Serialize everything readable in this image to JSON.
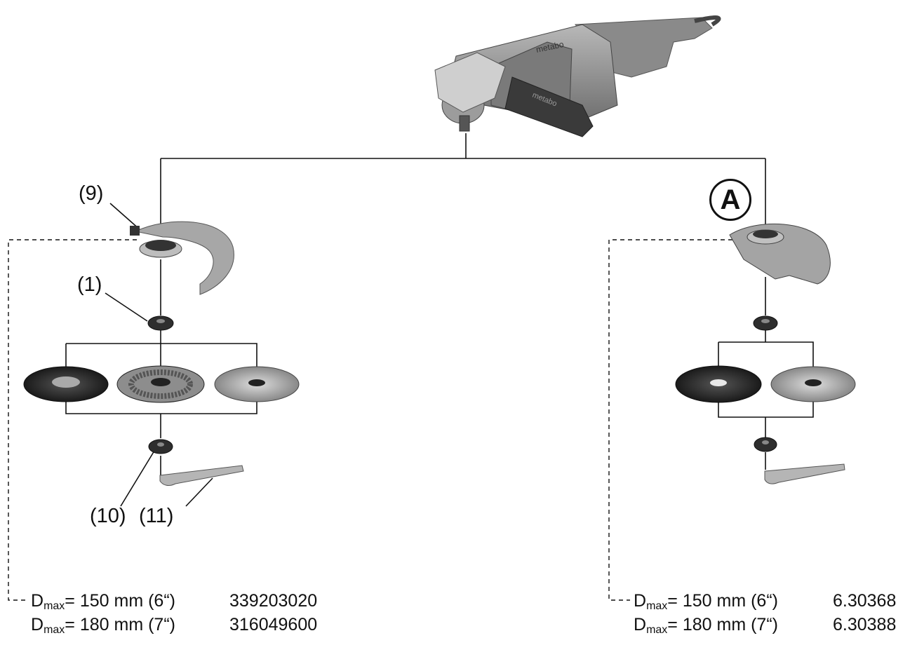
{
  "labels": {
    "guard": "(9)",
    "support_flange": "(1)",
    "clamping_nut": "(10)",
    "spanner": "(11)",
    "variant_badge": "A"
  },
  "specs": {
    "left": [
      {
        "d": "D",
        "sub": "max",
        "size": "= 150 mm (6“)",
        "part": "339203020"
      },
      {
        "d": "D",
        "sub": "max",
        "size": "= 180 mm (7“)",
        "part": "316049600"
      }
    ],
    "right": [
      {
        "d": "D",
        "sub": "max",
        "size": "= 150 mm (6“)",
        "part": "6.30368"
      },
      {
        "d": "D",
        "sub": "max",
        "size": "= 180 mm (7“)",
        "part": "6.30388"
      }
    ]
  },
  "brand_marks": [
    "metabo",
    "metabo"
  ],
  "colors": {
    "line": "#111111",
    "metal": "#9a9a9a",
    "dark": "#2a2a2a"
  }
}
